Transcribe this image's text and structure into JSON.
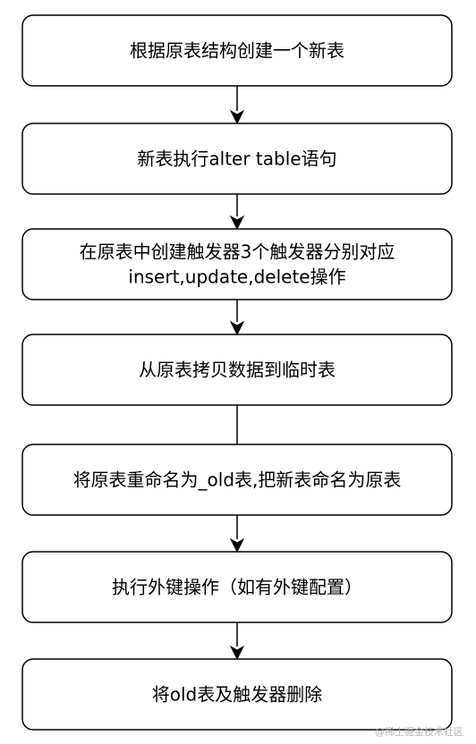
{
  "flowchart": {
    "steps": [
      {
        "id": "step-1",
        "lines": [
          "根据原表结构创建一个新表"
        ]
      },
      {
        "id": "step-2",
        "lines": [
          "新表执行alter table语句"
        ]
      },
      {
        "id": "step-3",
        "lines": [
          "在原表中创建触发器3个触发器分别对应",
          "insert,update,delete操作"
        ]
      },
      {
        "id": "step-4",
        "lines": [
          "从原表拷贝数据到临时表"
        ]
      },
      {
        "id": "step-5",
        "lines": [
          "将原表重命名为_old表,把新表命名为原表"
        ]
      },
      {
        "id": "step-6",
        "lines": [
          "执行外键操作（如有外键配置）"
        ]
      },
      {
        "id": "step-7",
        "lines": [
          "将old表及触发器删除"
        ]
      }
    ],
    "edges": [
      {
        "from": "step-1",
        "to": "step-2",
        "arrow": true
      },
      {
        "from": "step-2",
        "to": "step-3",
        "arrow": true
      },
      {
        "from": "step-3",
        "to": "step-4",
        "arrow": true
      },
      {
        "from": "step-4",
        "to": "step-5",
        "arrow": false
      },
      {
        "from": "step-5",
        "to": "step-6",
        "arrow": true
      },
      {
        "from": "step-6",
        "to": "step-7",
        "arrow": true
      }
    ]
  },
  "watermark": {
    "text": "@稀土掘金技术社区"
  }
}
